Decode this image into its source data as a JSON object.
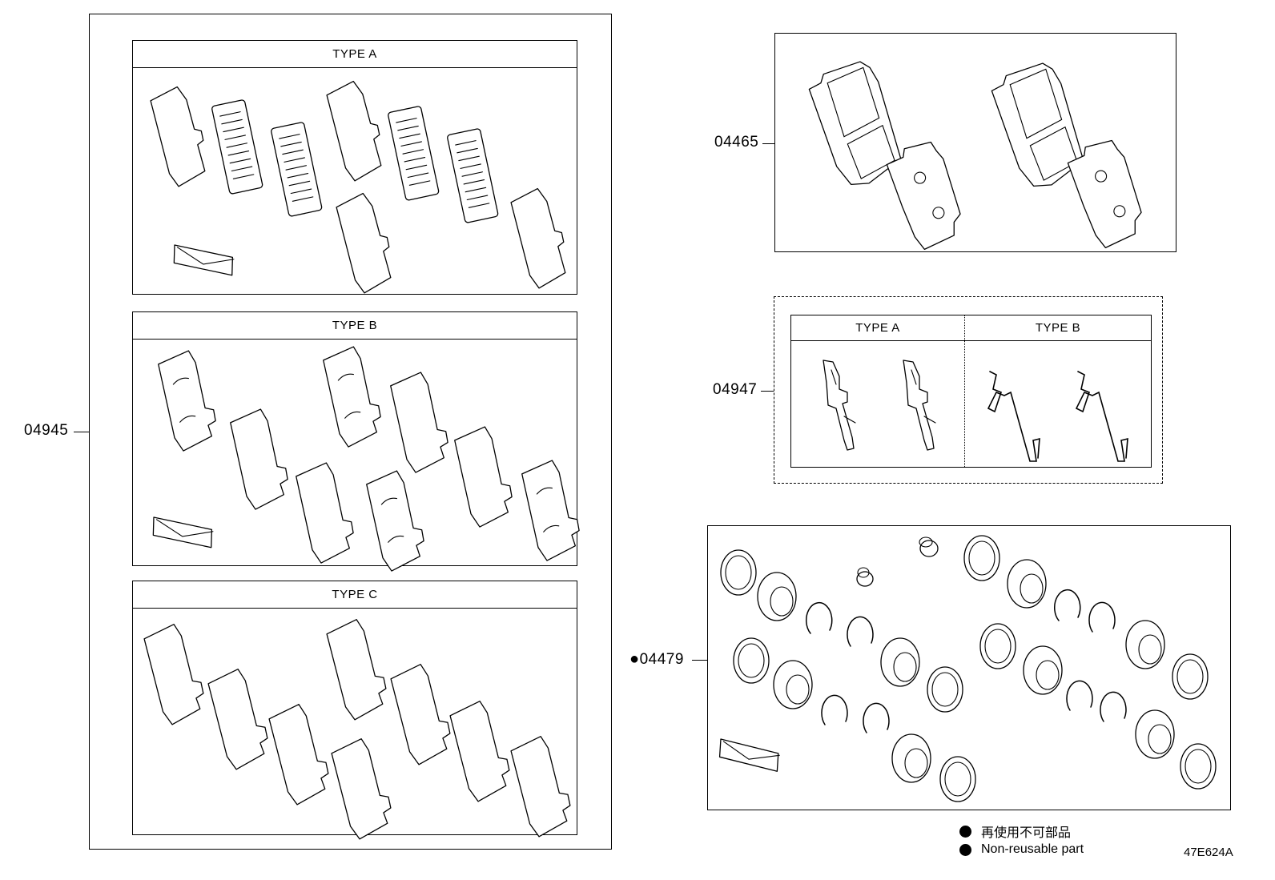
{
  "groups": {
    "g04945": {
      "part_number": "04945",
      "types": [
        "TYPE A",
        "TYPE B",
        "TYPE C"
      ]
    },
    "g04465": {
      "part_number": "04465"
    },
    "g04947": {
      "part_number": "04947",
      "types": [
        "TYPE A",
        "TYPE B"
      ]
    },
    "g04479": {
      "part_number": "04479",
      "marker": "●"
    }
  },
  "legend": {
    "line_jp": "再使用不可部品",
    "line_en": "Non-reusable part"
  },
  "diagram_code": "47E624A"
}
